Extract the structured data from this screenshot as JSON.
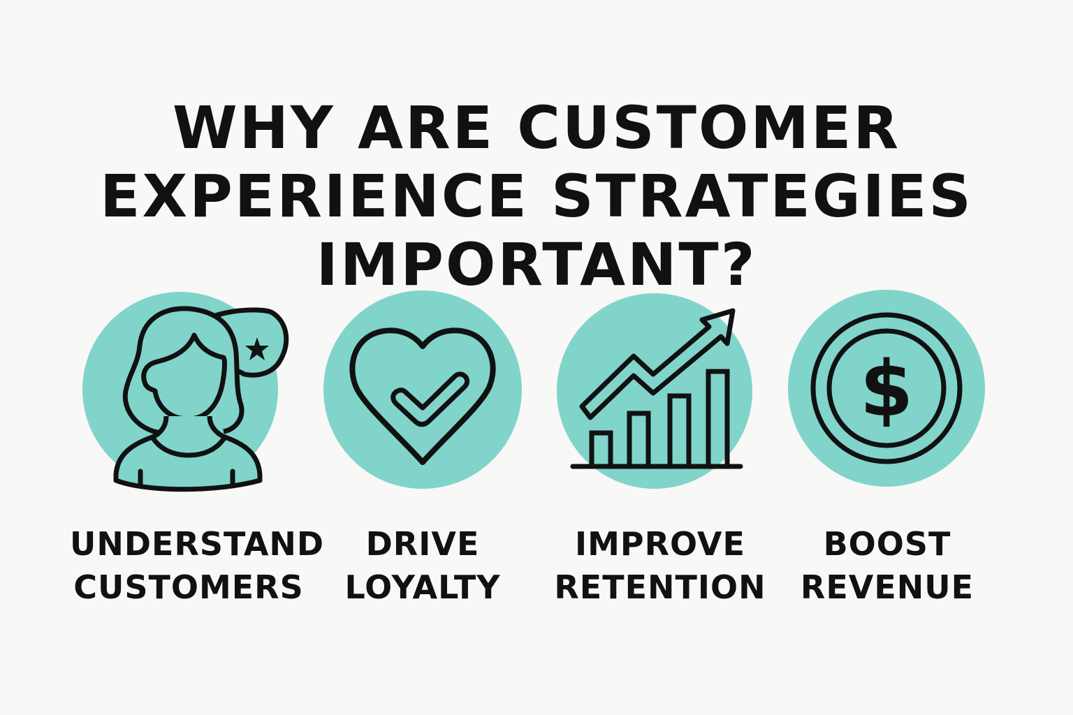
{
  "title": {
    "lines": [
      "WHY ARE CUSTOMER",
      "EXPERIENCE STRATEGIES",
      "IMPORTANT?"
    ]
  },
  "colors": {
    "background": "#f8f8f6",
    "accent_circle": "#81d4ca",
    "ink": "#111111"
  },
  "items": [
    {
      "icon": "customer-star-icon",
      "label_lines": [
        "UNDERSTAND",
        "CUSTOMERS"
      ]
    },
    {
      "icon": "heart-check-icon",
      "label_lines": [
        "DRIVE",
        "LOYALTY"
      ]
    },
    {
      "icon": "growth-chart-icon",
      "label_lines": [
        "IMPROVE",
        "RETENTION"
      ]
    },
    {
      "icon": "dollar-coin-icon",
      "label_lines": [
        "BOOST",
        "REVENUE"
      ]
    }
  ]
}
